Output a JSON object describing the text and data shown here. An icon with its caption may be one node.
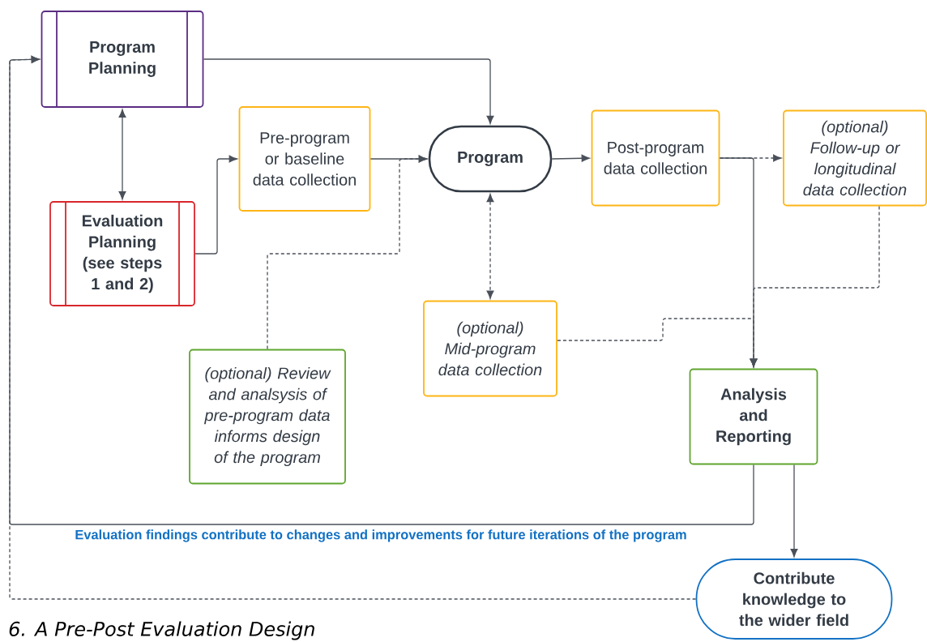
{
  "diagram": {
    "caption": "6. A Pre-Post Evaluation Design",
    "nodes": [
      {
        "text": [
          "Program Planning"
        ]
      },
      {
        "text": [
          "Evaluation Planning (see steps 1 and 2)"
        ]
      },
      {
        "text": [
          "Pre-program or baseline data collection"
        ]
      },
      {
        "text": [
          "Program"
        ]
      },
      {
        "text": [
          "Post-program data collection"
        ]
      },
      {
        "text": [
          "(optional) Follow-up or longitudinal data collection"
        ]
      },
      {
        "text": [
          "(optional) Mid-program data collection"
        ]
      },
      {
        "text": [
          "(optional) Review and analsysis of pre-program data informs design of the program"
        ]
      },
      {
        "text": [
          "Analysis and Reporting"
        ]
      },
      {
        "text": [
          "Contribute knowledge to the wider field"
        ]
      }
    ],
    "edges": [
      {
        "from": 0,
        "to": 3,
        "arrow": "to"
      },
      {
        "from": 0,
        "to": 1,
        "arrow": "both"
      },
      {
        "from": 1,
        "to": 2,
        "arrow": "to"
      },
      {
        "from": 2,
        "to": 3,
        "arrow": "to"
      },
      {
        "from": 7,
        "to": 3,
        "arrow": "to",
        "style": "dashed"
      },
      {
        "from": 3,
        "to": 6,
        "arrow": "both",
        "style": "dashed"
      },
      {
        "from": 3,
        "to": 4,
        "arrow": "to"
      },
      {
        "from": 4,
        "to": 5,
        "arrow": "to",
        "style": "dashed"
      },
      {
        "from": 4,
        "to": 8,
        "arrow": "to"
      },
      {
        "from": 5,
        "to": 8,
        "arrow": "to",
        "style": "dashed"
      },
      {
        "from": 6,
        "to": 8,
        "arrow": "to",
        "style": "dashed"
      },
      {
        "from": 8,
        "to": 0,
        "arrow": "to",
        "label": "Evaluation findings contribute to changes and improvements for future iterations of the program"
      },
      {
        "from": 8,
        "to": 9,
        "arrow": "to"
      },
      {
        "from": 9,
        "to": 0,
        "arrow": "to",
        "style": "dashed"
      }
    ]
  }
}
